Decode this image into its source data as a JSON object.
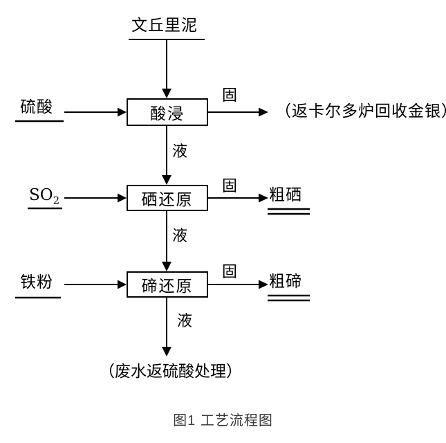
{
  "diagram": {
    "top_input": "文丘里泥",
    "stages": [
      {
        "reagent": "硫酸",
        "box": "酸浸",
        "solid_label": "固",
        "solid_output": "（返卡尔多炉回收金银）",
        "liquid_label": "液"
      },
      {
        "reagent": "SO",
        "reagent_subscript": "2",
        "box": "硒还原",
        "solid_label": "固",
        "solid_output": "粗硒",
        "liquid_label": "液"
      },
      {
        "reagent": "铁粉",
        "box": "碲还原",
        "solid_label": "固",
        "solid_output": "粗碲",
        "liquid_label": "液"
      }
    ],
    "final_output": "（废水返硫酸处理）",
    "caption": "图1 工艺流程图",
    "colors": {
      "line": "#000000",
      "text": "#000000",
      "caption_text": "#3a3a3a",
      "background": "#ffffff"
    }
  }
}
